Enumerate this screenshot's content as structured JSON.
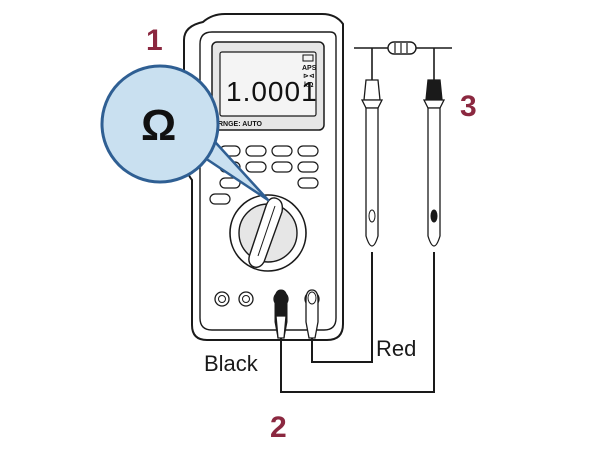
{
  "labels": {
    "step_1": "1",
    "step_2": "2",
    "step_3": "3",
    "black": "Black",
    "red": "Red"
  },
  "display": {
    "reading": "1.0001",
    "unit": "kΩ",
    "range": "RNGE: AUTO",
    "indicator_top": "APS",
    "indicator_mid": "⊳⊲"
  },
  "callout": {
    "symbol": "Ω"
  },
  "colors": {
    "step_number": "#8b2840",
    "outline": "#1a1a1a",
    "callout_fill": "#c9e0f0",
    "callout_stroke": "#2f5f93",
    "panel_grey": "#e6e6e6"
  }
}
